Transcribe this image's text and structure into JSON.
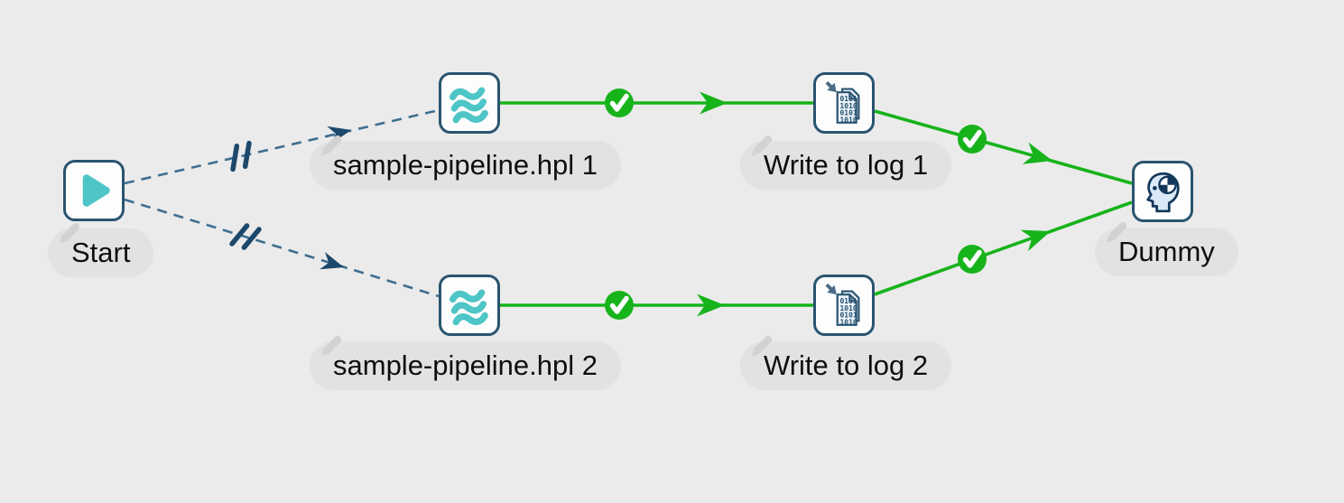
{
  "app": {
    "view": "workflow-canvas"
  },
  "colors": {
    "canvas_bg": "#ebebeb",
    "node_border": "#2a5470",
    "node_bg": "#fdfdfd",
    "teal_accent": "#4ec5c6",
    "hop_dashed": "#3f6e90",
    "hop_marker_dark": "#1c486b",
    "hop_success_green": "#17b31b",
    "label_pill_bg": "#e2e2e2",
    "label_text": "#0e0e0e",
    "icon_fill_light_blue": "#d9e9f7"
  },
  "workflow": {
    "nodes": [
      {
        "id": "start",
        "label": "Start",
        "icon": "start-play-icon"
      },
      {
        "id": "pipeline-1",
        "label": "sample-pipeline.hpl 1",
        "icon": "pipeline-waves-icon"
      },
      {
        "id": "write-to-log-1",
        "label": "Write to log 1",
        "icon": "write-to-log-icon"
      },
      {
        "id": "pipeline-2",
        "label": "sample-pipeline.hpl 2",
        "icon": "pipeline-waves-icon"
      },
      {
        "id": "write-to-log-2",
        "label": "Write to log 2",
        "icon": "write-to-log-icon"
      },
      {
        "id": "dummy",
        "label": "Dummy",
        "icon": "dummy-head-target-icon"
      }
    ],
    "hops": [
      {
        "from": "Start",
        "to": "sample-pipeline.hpl 1",
        "style": "dashed",
        "marker": "unconditional-slashes",
        "status": ""
      },
      {
        "from": "Start",
        "to": "sample-pipeline.hpl 2",
        "style": "dashed",
        "marker": "unconditional-slashes",
        "status": ""
      },
      {
        "from": "sample-pipeline.hpl 1",
        "to": "Write to log 1",
        "style": "solid-green",
        "marker": "arrow",
        "status": "success-check"
      },
      {
        "from": "sample-pipeline.hpl 2",
        "to": "Write to log 2",
        "style": "solid-green",
        "marker": "arrow",
        "status": "success-check"
      },
      {
        "from": "Write to log 1",
        "to": "Dummy",
        "style": "solid-green",
        "marker": "arrow",
        "status": "success-check"
      },
      {
        "from": "Write to log 2",
        "to": "Dummy",
        "style": "solid-green",
        "marker": "arrow",
        "status": "success-check"
      }
    ],
    "write_to_log_icon_text": "0101 1010 0101 1010"
  }
}
